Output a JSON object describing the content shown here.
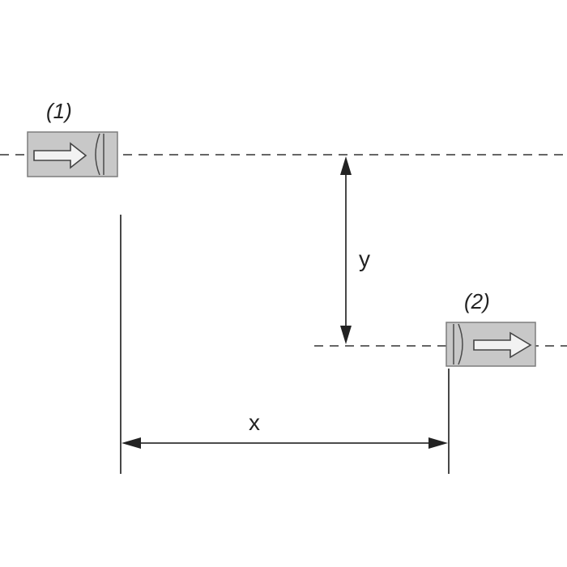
{
  "sensors": [
    {
      "id": "1",
      "label": "(1)",
      "beam_direction": "right"
    },
    {
      "id": "2",
      "label": "(2)",
      "beam_direction": "right"
    }
  ],
  "dimensions": {
    "horizontal_label": "x",
    "vertical_label": "y"
  },
  "colors": {
    "line": "#333333",
    "sensor_fill": "#c8c8c8",
    "sensor_stroke": "#7d7d7d",
    "background": "#ffffff"
  }
}
